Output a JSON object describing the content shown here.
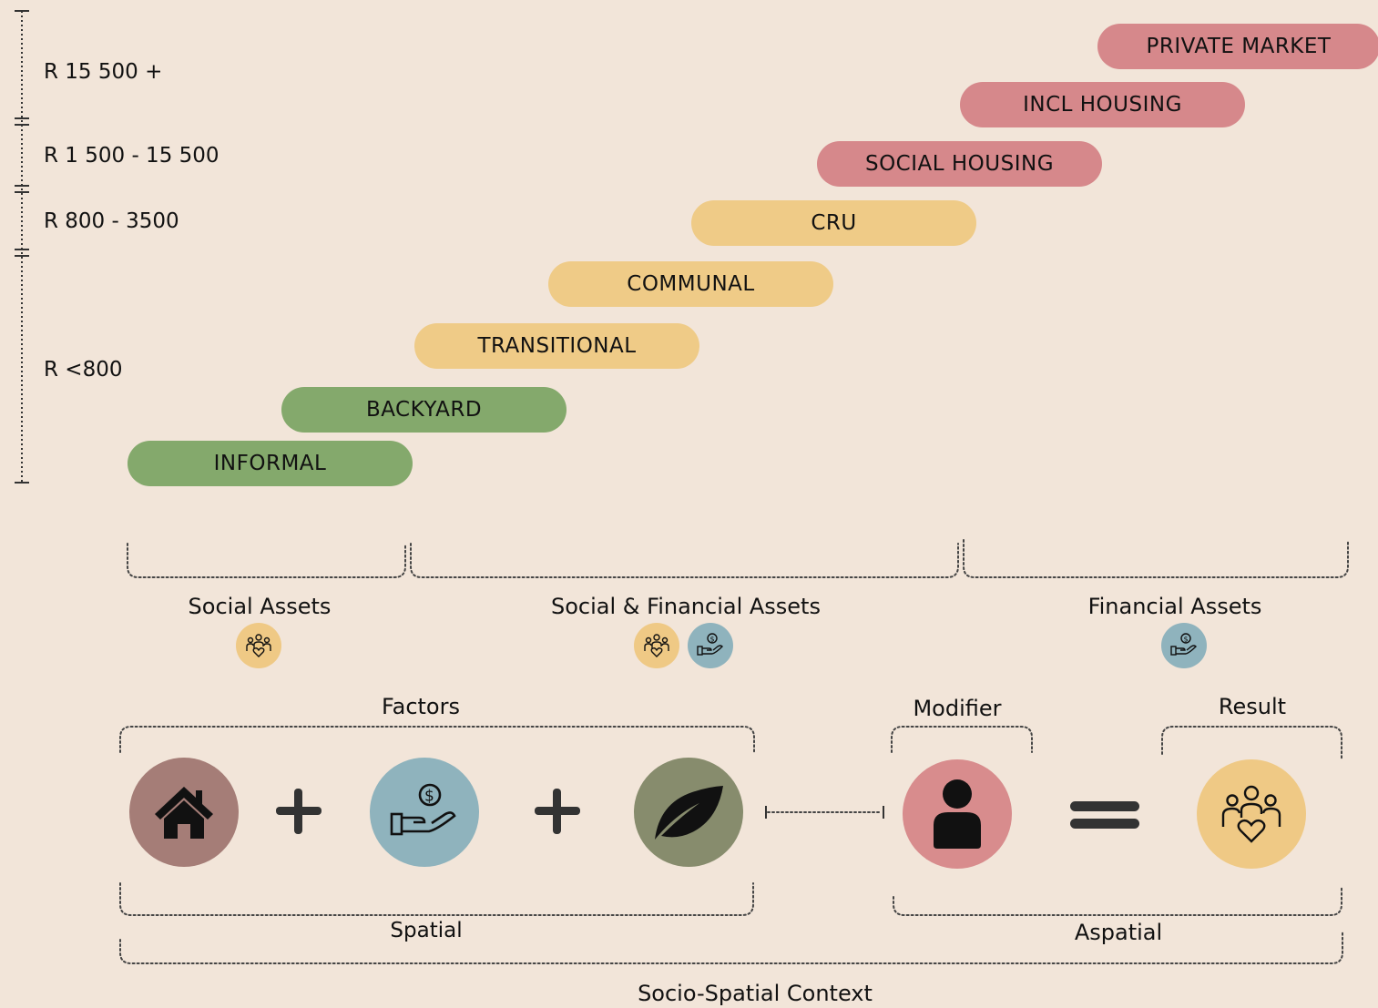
{
  "income_scale": {
    "levels": [
      "R 15 500 +",
      "R 1 500 - 15 500",
      "R 800 -  3500",
      "R <800"
    ]
  },
  "housing_types": [
    {
      "label": "PRIVATE MARKET",
      "color": "#d6888b"
    },
    {
      "label": "INCL HOUSING",
      "color": "#d6888b"
    },
    {
      "label": "SOCIAL HOUSING",
      "color": "#d6888b"
    },
    {
      "label": "CRU",
      "color": "#efcb87"
    },
    {
      "label": "COMMUNAL",
      "color": "#efcb87"
    },
    {
      "label": "TRANSITIONAL",
      "color": "#efcb87"
    },
    {
      "label": "BACKYARD",
      "color": "#84a96c"
    },
    {
      "label": "INFORMAL",
      "color": "#84a96c"
    }
  ],
  "asset_groups": {
    "social": {
      "label": "Social Assets",
      "icons": [
        "community-icon"
      ]
    },
    "social_financial": {
      "label": "Social & Financial Assets",
      "icons": [
        "community-icon",
        "money-hand-icon"
      ]
    },
    "financial": {
      "label": "Financial Assets",
      "icons": [
        "money-hand-icon"
      ]
    }
  },
  "equation": {
    "factors_label": "Factors",
    "modifier_label": "Modifier",
    "result_label": "Result",
    "spatial_label": "Spatial",
    "aspatial_label": "Aspatial",
    "context_label": "Socio-Spatial Context",
    "factors": [
      {
        "icon": "house-icon",
        "color": "#a57d77"
      },
      {
        "icon": "money-hand-icon",
        "color": "#8fb3bd"
      },
      {
        "icon": "leaf-icon",
        "color": "#878c6d"
      }
    ],
    "modifier": {
      "icon": "person-icon",
      "color": "#d88c8d"
    },
    "result": {
      "icon": "community-icon",
      "color": "#efc985"
    }
  }
}
